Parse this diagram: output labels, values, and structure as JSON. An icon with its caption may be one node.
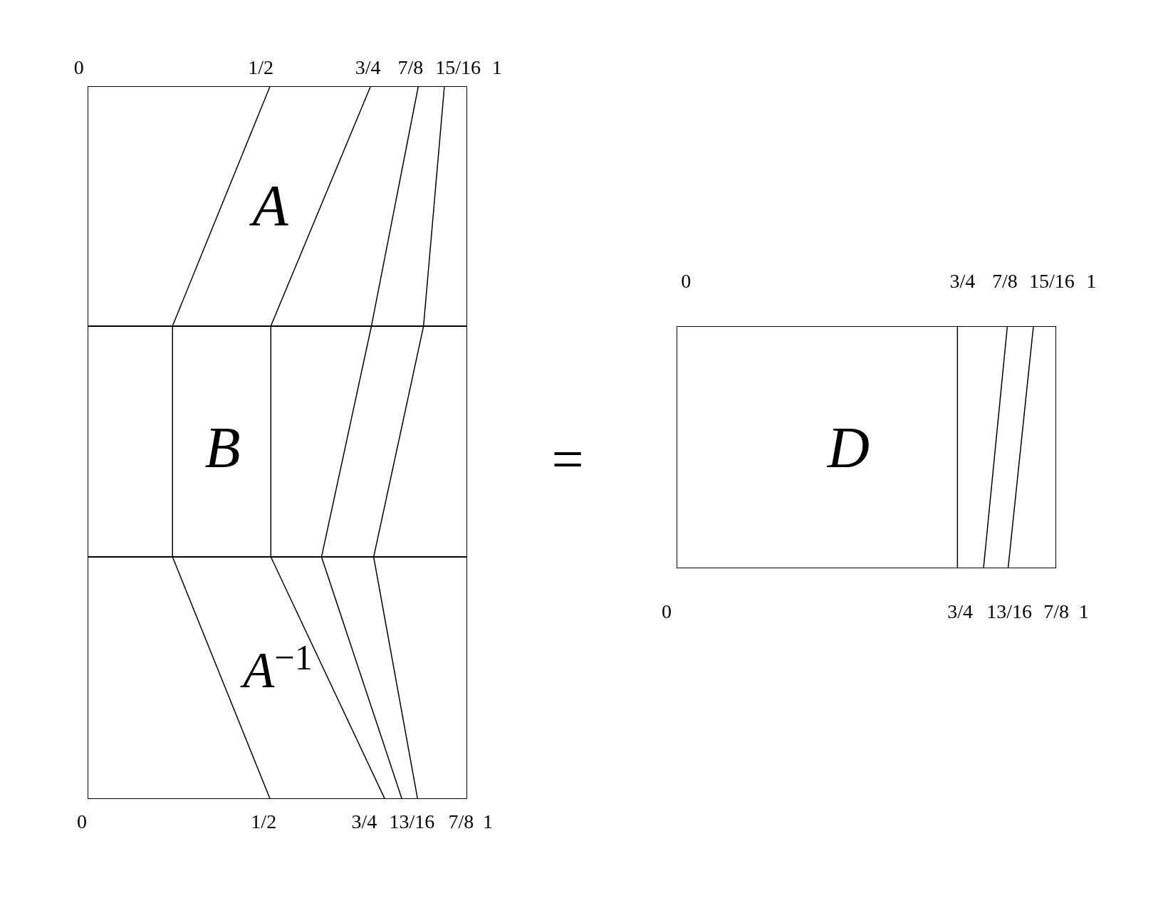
{
  "diagram": {
    "nodes": [
      {
        "text": [
          "A"
        ]
      },
      {
        "text": [
          "B"
        ]
      },
      {
        "text": [
          "A$^{−1}$"
        ]
      },
      {
        "text": [
          "D"
        ]
      }
    ],
    "labels": [
      "0",
      "1/2",
      "3/4",
      "7/8",
      "15/16",
      "1",
      "0",
      "3/4",
      "7/8",
      "15/16",
      "1",
      "=",
      "0",
      "3/4",
      "13/16",
      "7/8",
      "1",
      "0",
      "1/2",
      "3/4",
      "13/16",
      "7/8",
      "1"
    ]
  }
}
